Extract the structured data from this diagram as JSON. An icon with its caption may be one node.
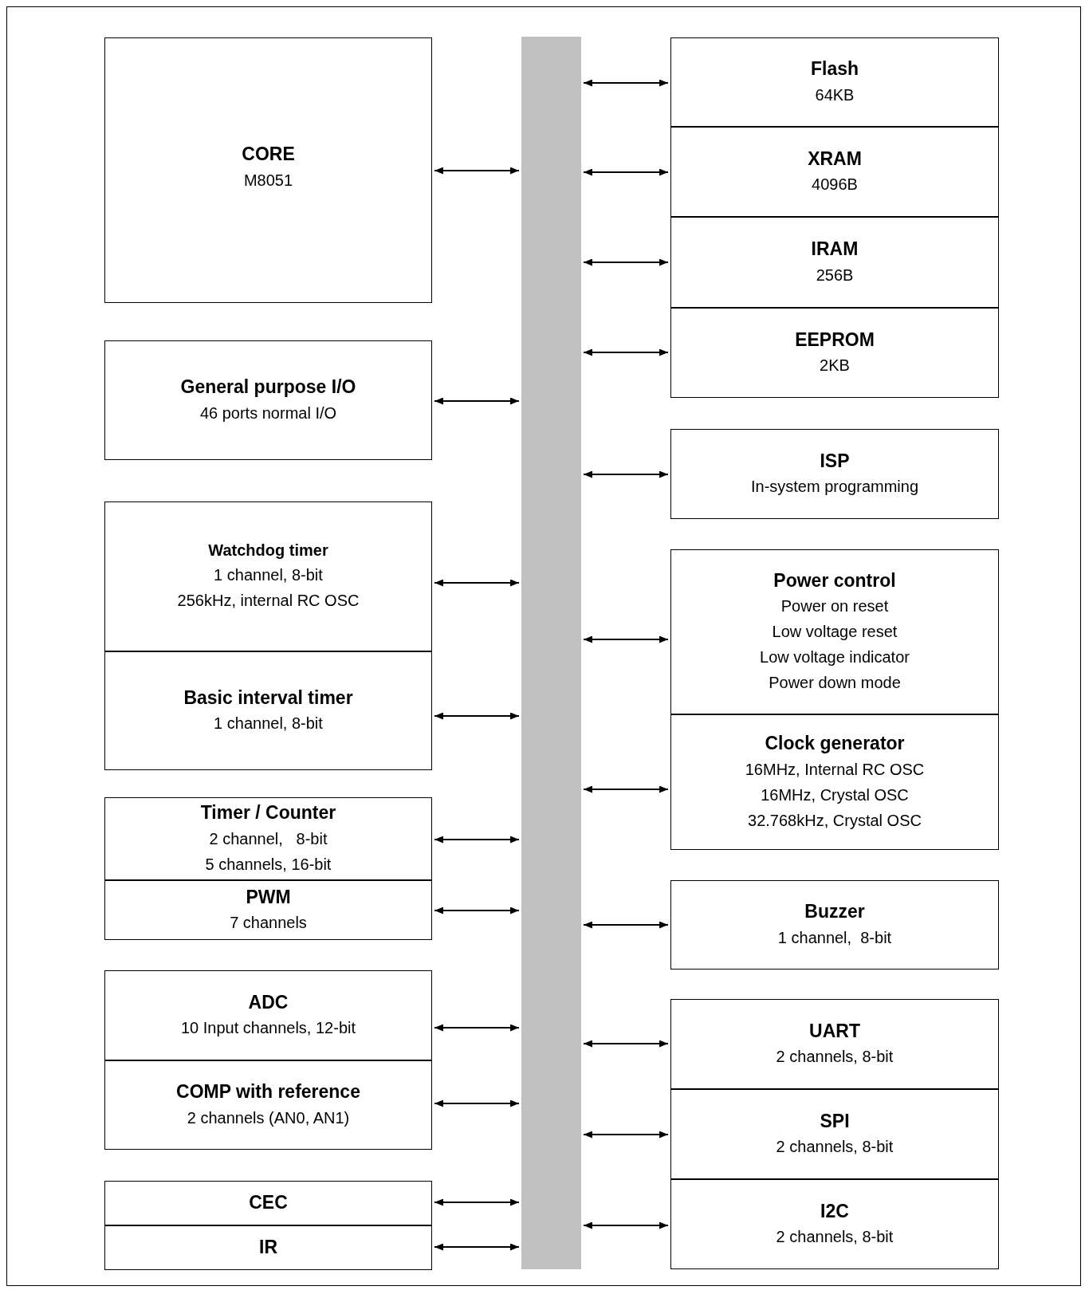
{
  "diagram": {
    "nodes": [
      {
        "text": [
          "CORE",
          "M8051"
        ]
      },
      {
        "text": [
          "General purpose I/O",
          "46 ports normal I/O"
        ]
      },
      {
        "text": [
          "Watchdog timer",
          "1 channel, 8-bit",
          "256kHz, internal RC OSC"
        ]
      },
      {
        "text": [
          "Basic interval timer",
          "1 channel, 8-bit"
        ]
      },
      {
        "text": [
          "Timer / Counter",
          "2 channel,   8-bit",
          "5 channels, 16-bit"
        ]
      },
      {
        "text": [
          "PWM",
          "7 channels"
        ]
      },
      {
        "text": [
          "ADC",
          "10 Input channels, 12-bit"
        ]
      },
      {
        "text": [
          "COMP with reference",
          "2 channels (AN0, AN1)"
        ]
      },
      {
        "text": [
          "CEC"
        ]
      },
      {
        "text": [
          "IR"
        ]
      },
      {
        "text": [],
        "shape": "bar"
      },
      {
        "text": [
          "Flash",
          "64KB"
        ]
      },
      {
        "text": [
          "XRAM",
          "4096B"
        ]
      },
      {
        "text": [
          "IRAM",
          "256B"
        ]
      },
      {
        "text": [
          "EEPROM",
          "2KB"
        ]
      },
      {
        "text": [
          "ISP",
          "In-system programming"
        ]
      },
      {
        "text": [
          "Power control",
          "Power on reset",
          "Low voltage reset",
          "Low voltage indicator",
          "Power down mode"
        ]
      },
      {
        "text": [
          "Clock generator",
          "16MHz, Internal RC OSC",
          "16MHz, Crystal OSC",
          "32.768kHz, Crystal OSC"
        ]
      },
      {
        "text": [
          "Buzzer",
          "1 channel,  8-bit"
        ]
      },
      {
        "text": [
          "UART",
          "2 channels, 8-bit"
        ]
      },
      {
        "text": [
          "SPI",
          "2 channels, 8-bit"
        ]
      },
      {
        "text": [
          "I2C",
          "2 channels, 8-bit"
        ]
      }
    ],
    "edges": [
      {
        "from": 0,
        "to": 10,
        "arrow": "both"
      },
      {
        "from": 1,
        "to": 10,
        "arrow": "both"
      },
      {
        "from": 2,
        "to": 10,
        "arrow": "both"
      },
      {
        "from": 3,
        "to": 10,
        "arrow": "both"
      },
      {
        "from": 4,
        "to": 10,
        "arrow": "both"
      },
      {
        "from": 5,
        "to": 10,
        "arrow": "both"
      },
      {
        "from": 6,
        "to": 10,
        "arrow": "both"
      },
      {
        "from": 7,
        "to": 10,
        "arrow": "both"
      },
      {
        "from": 8,
        "to": 10,
        "arrow": "both"
      },
      {
        "from": 9,
        "to": 10,
        "arrow": "both"
      },
      {
        "from": 10,
        "to": 11,
        "arrow": "both"
      },
      {
        "from": 10,
        "to": 12,
        "arrow": "both"
      },
      {
        "from": 10,
        "to": 13,
        "arrow": "both"
      },
      {
        "from": 10,
        "to": 14,
        "arrow": "both"
      },
      {
        "from": 10,
        "to": 15,
        "arrow": "both"
      },
      {
        "from": 10,
        "to": 16,
        "arrow": "both"
      },
      {
        "from": 10,
        "to": 17,
        "arrow": "both"
      },
      {
        "from": 10,
        "to": 18,
        "arrow": "both"
      },
      {
        "from": 10,
        "to": 19,
        "arrow": "both"
      },
      {
        "from": 10,
        "to": 20,
        "arrow": "both"
      },
      {
        "from": 10,
        "to": 21,
        "arrow": "both"
      }
    ]
  }
}
